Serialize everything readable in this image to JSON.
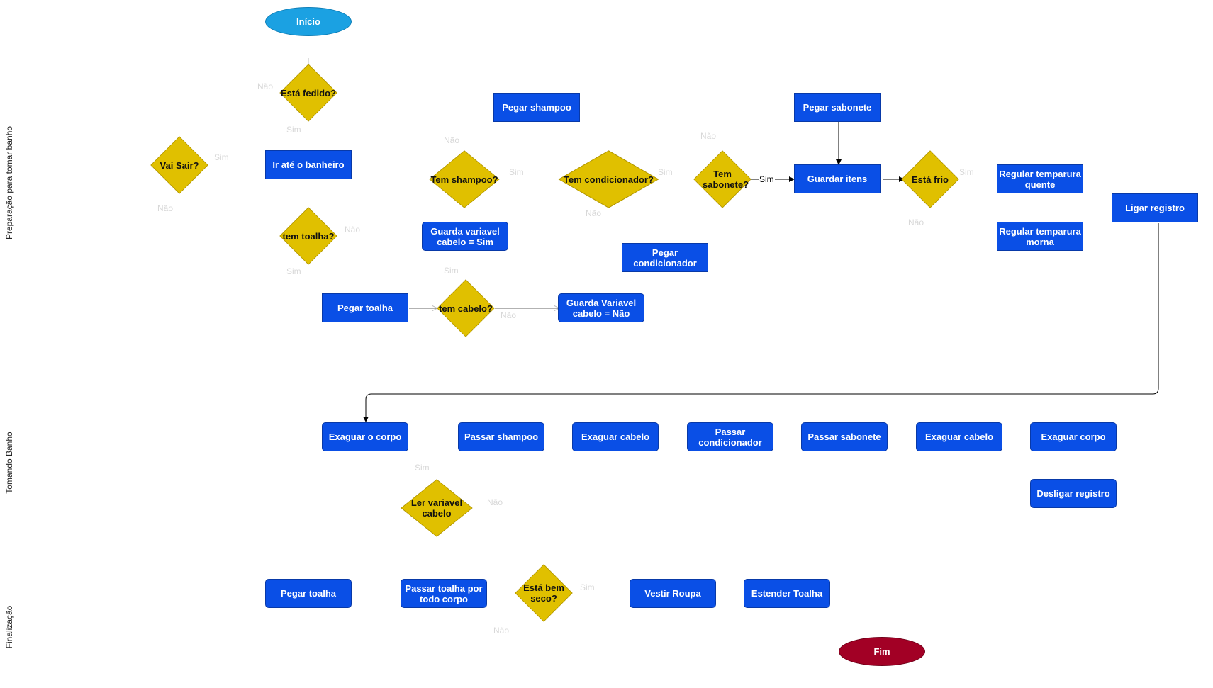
{
  "lanes": {
    "prep": "Preparação para tomar banho",
    "bath": "Tomando Banho",
    "finish": "Finalização"
  },
  "nodes": {
    "inicio": "Início",
    "esta_fedido": "Está fedido?",
    "vai_sair": "Vai Sair?",
    "ir_banheiro": "Ir até o banheiro",
    "tem_toalha": "tem toalha?",
    "pegar_toalha_1": "Pegar toalha",
    "pegar_shampoo": "Pegar shampoo",
    "tem_shampoo": "Tem shampoo?",
    "guarda_sim": "Guarda variavel cabelo = Sim",
    "tem_cabelo": "tem cabelo?",
    "guarda_nao": "Guarda Variavel cabelo = Não",
    "tem_condicionador": "Tem condicionador?",
    "pegar_condicionador": "Pegar condicionador",
    "tem_sabonete": "Tem sabonete?",
    "pegar_sabonete": "Pegar sabonete",
    "guardar_itens": "Guardar itens",
    "esta_frio": "Está frio",
    "regular_quente": "Regular temparura quente",
    "regular_morna": "Regular temparura morna",
    "ligar_registro": "Ligar registro",
    "exaguar_o_corpo": "Exaguar o corpo",
    "passar_shampoo": "Passar shampoo",
    "exaguar_cabelo_1": "Exaguar cabelo",
    "passar_condicionador": "Passar condicionador",
    "passar_sabonete": "Passar sabonete",
    "exaguar_cabelo_2": "Exaguar cabelo",
    "exaguar_corpo": "Exaguar corpo",
    "desligar_registro": "Desligar registro",
    "ler_variavel": "Ler variavel cabelo",
    "pegar_toalha_2": "Pegar toalha",
    "passar_toalha": "Passar toalha por todo corpo",
    "esta_seco": "Está bem seco?",
    "vestir_roupa": "Vestir Roupa",
    "estender_toalha": "Estender Toalha",
    "fim": "Fim"
  },
  "edge_labels": {
    "nao": "Não",
    "sim": "Sim"
  },
  "colors": {
    "process": "#0A4FE6",
    "decision": "#E0C000",
    "start": "#1BA1E2",
    "end": "#A20025"
  }
}
